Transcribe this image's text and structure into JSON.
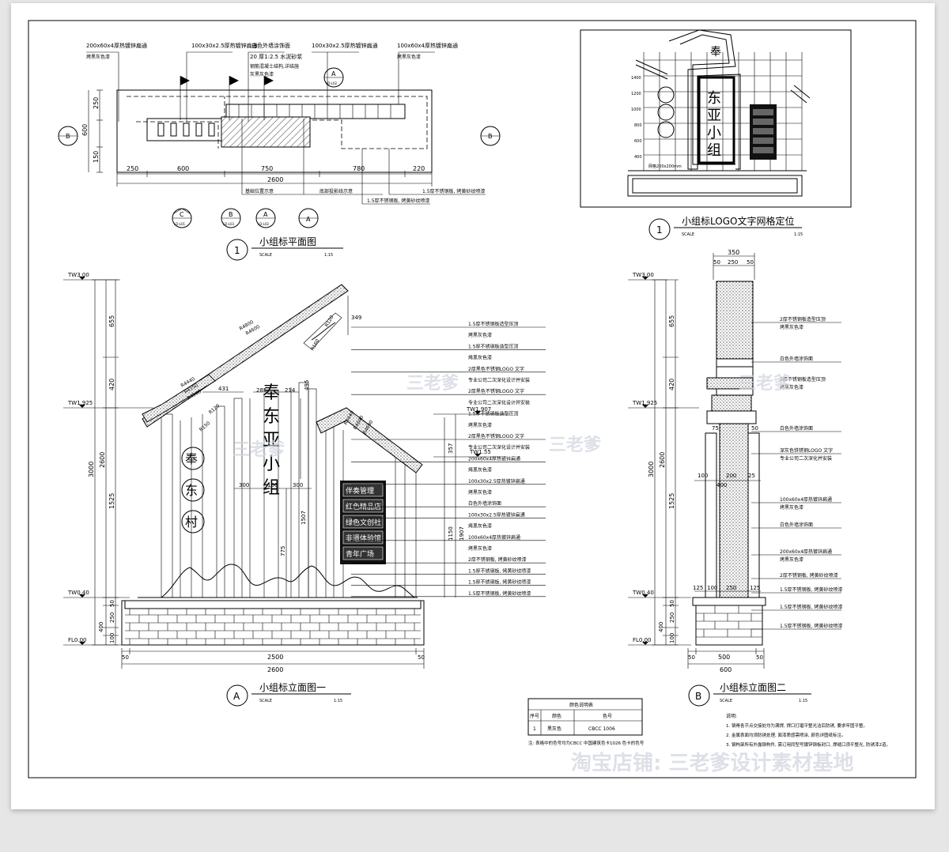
{
  "plan": {
    "title": "小组标平面图",
    "number": "1",
    "scale_label": "SCALE",
    "scale_value": "1:15",
    "top_notes": [
      "200x60x4厚热镀锌扁通",
      "烤黑灰色漆",
      "100x30x2.5厚热镀锌扁通",
      "白色外墙涂饰面",
      "20 厚1:2.5 水泥砂浆",
      "钢筋混凝土结构,详结施",
      "灰黑灰色漆",
      "100x30x2.5厚热镀锌扁通",
      "100x60x4厚热镀锌扁通",
      "烤黑灰色漆"
    ],
    "dims_bottom": [
      "250",
      "600",
      "750",
      "780",
      "220"
    ],
    "dim_total": "2600",
    "dims_left": [
      "250",
      "600",
      "150"
    ],
    "bottom_notes": [
      "基础位置示意",
      "底部投影线示意",
      "1.5厚不锈钢板, 烤黄砂纹喷漆",
      "1.5厚不锈钢板, 烤黄砂纹喷漆"
    ],
    "markers": [
      {
        "letter": "C",
        "ref": "LD-L01"
      },
      {
        "letter": "B",
        "ref": "LD-L03"
      },
      {
        "letter": "A",
        "ref": "LD-L02"
      },
      {
        "letter": "A",
        "ref": ""
      },
      {
        "letter": "B",
        "ref": ""
      },
      {
        "letter": "B",
        "ref": ""
      },
      {
        "letter": "A",
        "ref": "LD-L02"
      }
    ]
  },
  "logo": {
    "title": "小组标LOGO文字网格定位",
    "number": "1",
    "scale_label": "SCALE",
    "scale_value": "1:15",
    "grid_ticks": [
      "1400",
      "1200",
      "1000",
      "800",
      "600",
      "400"
    ],
    "note": "网格200x200mm",
    "chars_vertical": [
      "东",
      "亚",
      "小",
      "组"
    ],
    "badge": "奉"
  },
  "elevA": {
    "title": "小组标立面图一",
    "letter": "A",
    "scale_label": "SCALE",
    "scale_value": "1:15",
    "levels": [
      "TW3.00",
      "TW1.925",
      "TW0.40",
      "FL0.00",
      "TW1.907",
      "TW1.55"
    ],
    "dims_left": [
      "655",
      "420",
      "1525",
      "50",
      "250",
      "100",
      "400"
    ],
    "dims_outer": [
      "3000",
      "2600"
    ],
    "dims_bottom_a": [
      "50",
      "2500",
      "50"
    ],
    "dim_total": "2600",
    "radii": [
      "R4800",
      "R4600",
      "R4440",
      "R4550",
      "R4500",
      "R120",
      "R160",
      "R120",
      "R150",
      "R4440",
      "R4690",
      "R4690"
    ],
    "inner_dims": [
      "349",
      "431",
      "285",
      "214",
      "495",
      "300",
      "150",
      "300",
      "1507",
      "775",
      "357",
      "1150",
      "1907"
    ],
    "signs": [
      "伴奏管理",
      "红色精品店",
      "绿色文创社",
      "非遗体验馆",
      "青年广场"
    ],
    "round_chars": [
      "奉",
      "东",
      "村"
    ],
    "right_notes": [
      "1.5厚不锈钢板造型压顶",
      "烤黑灰色漆",
      "1.5厚不锈钢板造型压顶",
      "烤黑灰色漆",
      "2厚黑色不锈钢LOGO 文字",
      "专业公司二次深化设计并安装",
      "2厚黑色不锈钢LOGO 文字",
      "专业公司二次深化设计并安装",
      "1.5厚不锈钢板造型压顶",
      "烤黑灰色漆",
      "2厚黑色不锈钢LOGO 文字",
      "专业公司二次深化设计并安装",
      "200x60x4厚热镀锌扁通",
      "烤黑灰色漆",
      "100x30x2.5厚热镀锌扁通",
      "烤黑灰色漆",
      "白色外墙涂饰面",
      "100x30x2.5厚热镀锌扁通",
      "烤黑灰色漆",
      "100x60x4厚热镀锌扁通",
      "烤黑灰色漆",
      "2厚不锈钢板, 烤黄砂纹喷漆",
      "1.5厚不锈钢板, 烤黄砂纹喷漆",
      "1.5厚不锈钢板, 烤黄砂纹喷漆",
      "1.5厚不锈钢板, 烤黄砂纹喷漆"
    ]
  },
  "elevB": {
    "title": "小组标立面图二",
    "letter": "B",
    "scale_label": "SCALE",
    "scale_value": "1:15",
    "levels": [
      "TW3.00",
      "TW1.925",
      "TW0.40",
      "FL0.00"
    ],
    "dims_left": [
      "655",
      "420",
      "1525",
      "50",
      "250",
      "100",
      "400"
    ],
    "dims_outer": [
      "3000",
      "2600"
    ],
    "dims_top": [
      "350",
      "50",
      "250",
      "50"
    ],
    "dims_mid": [
      "75",
      "50",
      "100",
      "200",
      "25",
      "400"
    ],
    "dims_low": [
      "125",
      "100",
      "250",
      "125"
    ],
    "dims_bottom": [
      "50",
      "500",
      "50"
    ],
    "dim_total": "600",
    "notes": [
      "2厚不锈钢板造型压顶",
      "烤黑灰色漆",
      "白色外墙涂饰面",
      "2厚不锈钢板造型压顶",
      "烤黑灰色漆",
      "白色外墙涂饰面",
      "深灰色铁锈钢LOGO 文字",
      "专业公司二次深化并安装",
      "100x60x4厚热镀锌扁通",
      "烤黑灰色漆",
      "白色外墙涂饰面",
      "200x60x4厚热镀锌扁通",
      "烤黑灰色漆",
      "2厚不锈钢板, 烤黄砂纹喷漆",
      "1.5厚不锈钢板, 烤黄砂纹喷漆",
      "1.5厚不锈钢板, 烤黄砂纹喷漆",
      "1.5厚不锈钢板, 烤黄砂纹喷漆"
    ]
  },
  "color_table": {
    "title": "颜色说明表",
    "headers": [
      "序号",
      "颜色",
      "色号"
    ],
    "rows": [
      [
        "1",
        "黑灰色",
        "CBCC  1006"
      ]
    ],
    "footnote": "注: 表格中的色号均为CBCC 中国建筑色卡1026 色卡的色号"
  },
  "notes": {
    "title": "说明:",
    "items": [
      "1. 钢骨各节点交接处均为满焊, 焊口打磨平整光洁后防锈, 要求牢固平整。",
      "2. 金属表面均须防锈处理, 面漆质感需喷涂, 颜色详图纸标注。",
      "3. 钢构架所有外露钢构件, 需订用同型号镀锌钢板封口, 焊缝口须平整光, 防锈漆2道。"
    ]
  },
  "watermarks": [
    "三老爹",
    "三老爹",
    "三老爹",
    "三老爹",
    "淘宝店铺: 三老爹设计素材基地"
  ]
}
